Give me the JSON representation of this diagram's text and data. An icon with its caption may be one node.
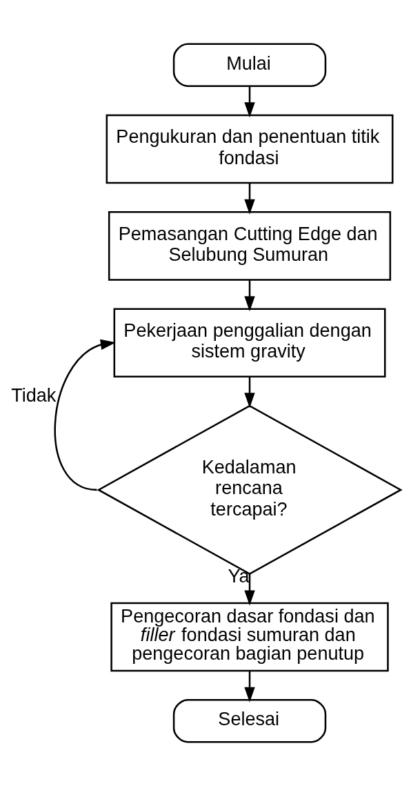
{
  "diagram": {
    "nodes": [
      {
        "text": [
          "Mulai"
        ]
      },
      {
        "text": [
          "Pengukuran dan penentuan titik fondasi"
        ]
      },
      {
        "text": [
          "Pemasangan Cutting Edge dan Selubung Sumuran"
        ]
      },
      {
        "text": [
          "Pekerjaan penggalian dengan sistem gravity"
        ]
      },
      {
        "text": [
          "Kedalaman rencana tercapai?"
        ]
      },
      {
        "text": [
          "Pengecoran dasar fondasi dan *filler* fondasi sumuran dan pengecoran bagian penutup"
        ]
      },
      {
        "text": [
          "Selesai"
        ]
      }
    ],
    "edges": [
      {
        "from": 0,
        "to": 1,
        "arrow": "to"
      },
      {
        "from": 1,
        "to": 2,
        "arrow": "to"
      },
      {
        "from": 2,
        "to": 3,
        "arrow": "to"
      },
      {
        "from": 3,
        "to": 4,
        "arrow": "to"
      },
      {
        "from": 4,
        "to": 3,
        "arrow": "to",
        "label": "Tidak"
      },
      {
        "from": 4,
        "to": 5,
        "arrow": "to",
        "label": "Ya"
      },
      {
        "from": 5,
        "to": 6,
        "arrow": "to"
      }
    ]
  }
}
